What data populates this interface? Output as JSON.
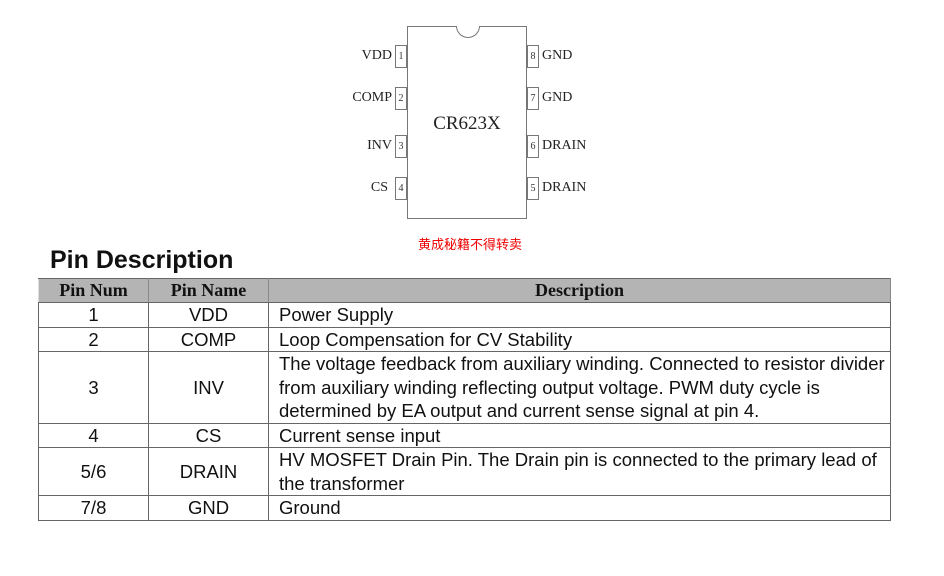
{
  "diagram": {
    "chip_name": "CR623X",
    "left_pins": [
      {
        "num": "1",
        "name": "VDD"
      },
      {
        "num": "2",
        "name": "COMP"
      },
      {
        "num": "3",
        "name": "INV"
      },
      {
        "num": "4",
        "name": "CS"
      }
    ],
    "right_pins": [
      {
        "num": "8",
        "name": "GND"
      },
      {
        "num": "7",
        "name": "GND"
      },
      {
        "num": "6",
        "name": "DRAIN"
      },
      {
        "num": "5",
        "name": "DRAIN"
      }
    ],
    "watermark": "黄成秘籍不得转卖"
  },
  "section_title": "Pin Description",
  "table": {
    "headers": [
      "Pin Num",
      "Pin Name",
      "Description"
    ],
    "rows": [
      {
        "num": "1",
        "name": "VDD",
        "desc": "Power Supply"
      },
      {
        "num": "2",
        "name": "COMP",
        "desc": "Loop Compensation for CV Stability"
      },
      {
        "num": "3",
        "name": "INV",
        "desc": "The voltage feedback from auxiliary winding. Connected to resistor divider from auxiliary winding reflecting output voltage. PWM duty cycle is determined by EA output and current sense signal at pin 4."
      },
      {
        "num": "4",
        "name": "CS",
        "desc": "Current sense input"
      },
      {
        "num": "5/6",
        "name": "DRAIN",
        "desc": "HV MOSFET Drain Pin. The Drain pin is connected to the primary lead of the transformer"
      },
      {
        "num": "7/8",
        "name": "GND",
        "desc": "Ground"
      }
    ]
  }
}
